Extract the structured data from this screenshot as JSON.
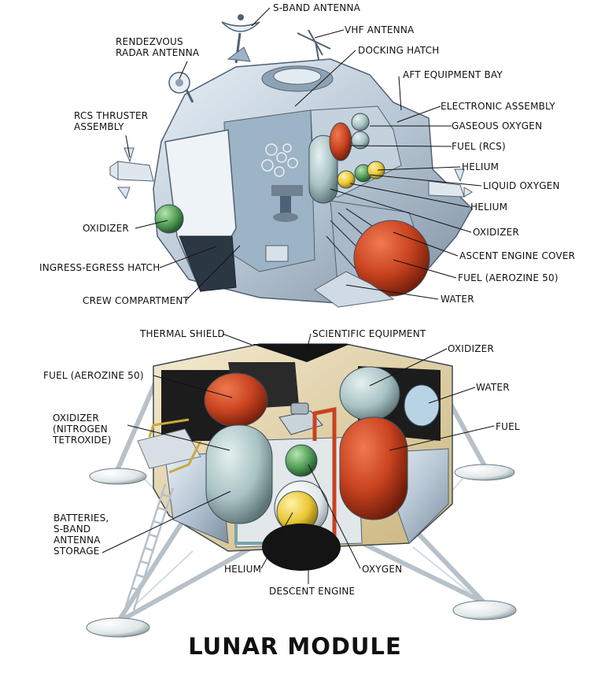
{
  "title": "LUNAR MODULE",
  "ascent_stage": {
    "s_band_antenna": "S-BAND ANTENNA",
    "vhf_antenna": "VHF ANTENNA",
    "rendezvous_radar_antenna": "RENDEZVOUS\nRADAR ANTENNA",
    "docking_hatch": "DOCKING HATCH",
    "aft_equipment_bay": "AFT EQUIPMENT BAY",
    "electronic_assembly": "ELECTRONIC ASSEMBLY",
    "rcs_thruster_assembly": "RCS THRUSTER\nASSEMBLY",
    "gaseous_oxygen": "GASEOUS OXYGEN",
    "fuel_rcs": "FUEL (RCS)",
    "helium_1": "HELIUM",
    "liquid_oxygen": "LIQUID OXYGEN",
    "helium_2": "HELIUM",
    "oxidizer_left": "OXIDIZER",
    "oxidizer_right": "OXIDIZER",
    "ingress_egress_hatch": "INGRESS-EGRESS HATCH",
    "ascent_engine_cover": "ASCENT ENGINE COVER",
    "fuel_aerozine": "FUEL (AEROZINE 50)",
    "crew_compartment": "CREW COMPARTMENT",
    "water": "WATER"
  },
  "descent_stage": {
    "thermal_shield": "THERMAL SHIELD",
    "scientific_equipment": "SCIENTIFIC EQUIPMENT",
    "oxidizer": "OXIDIZER",
    "fuel_aerozine": "FUEL (AEROZINE 50)",
    "water": "WATER",
    "oxidizer_nitrogen": "OXIDIZER\n(NITROGEN\nTETROXIDE)",
    "fuel": "FUEL",
    "batteries": "BATTERIES,\nS-BAND\nANTENNA\nSTORAGE",
    "helium": "HELIUM",
    "oxygen": "OXYGEN",
    "descent_engine": "DESCENT ENGINE"
  },
  "colors": {
    "structure": "#b9c8d6",
    "structure_dark": "#6f8193",
    "tank_red": "#c9431f",
    "tank_grey": "#a9c2c3",
    "tank_yellow": "#e8c633",
    "tank_green": "#4f9a54",
    "gold_foil": "#e3d4ac",
    "engine_black": "#141414"
  }
}
